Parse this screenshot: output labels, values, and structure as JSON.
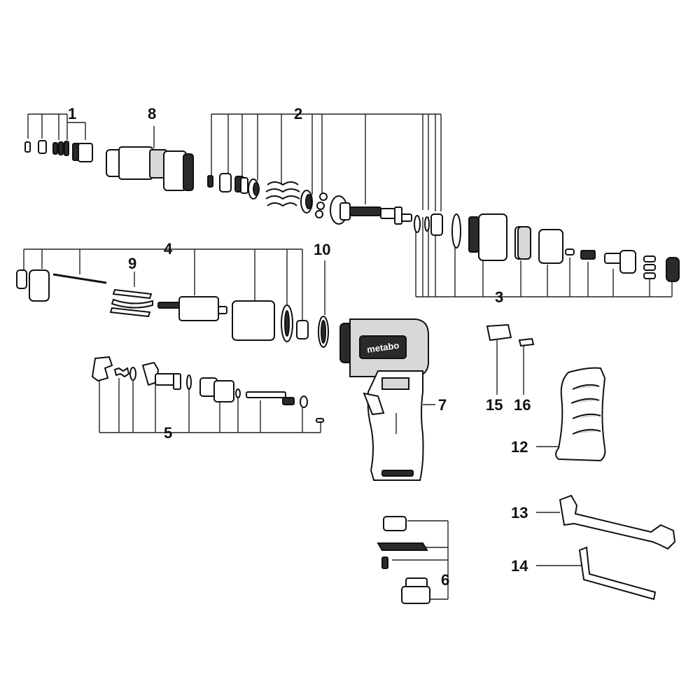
{
  "diagram": {
    "brand_logo": "metabo",
    "part_numbers": [
      "1",
      "2",
      "3",
      "4",
      "5",
      "6",
      "7",
      "8",
      "9",
      "10",
      "12",
      "13",
      "14",
      "15",
      "16"
    ],
    "colors": {
      "ink": "#111111",
      "background": "#ffffff",
      "fill_dark": "#2a2a2a",
      "fill_light": "#d8d8d8"
    }
  }
}
